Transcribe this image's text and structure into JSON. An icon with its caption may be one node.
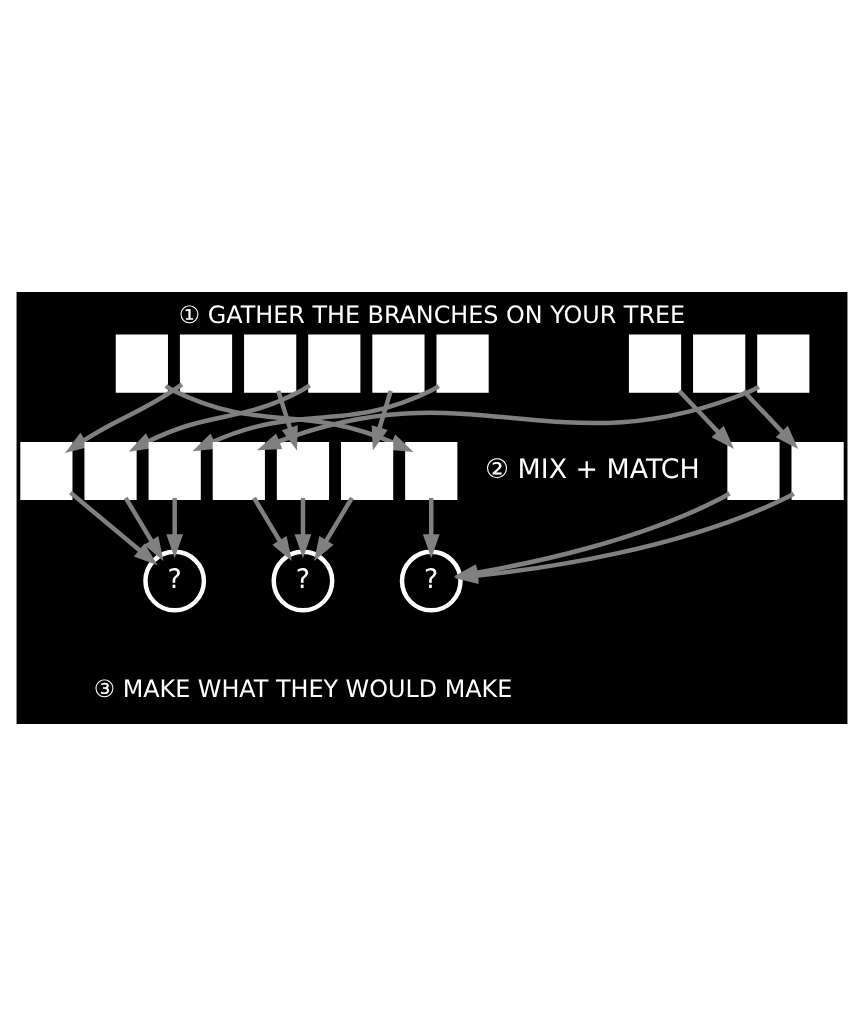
{
  "diagram": {
    "title": "① GATHER THE BRANCHES ON YOUR TREE",
    "caption": "③ MAKE WHAT THEY WOULD MAKE",
    "nodes": [
      {
        "text": [],
        "shape": "box"
      },
      {
        "text": [],
        "shape": "box"
      },
      {
        "text": [],
        "shape": "box"
      },
      {
        "text": [],
        "shape": "box"
      },
      {
        "text": [],
        "shape": "box"
      },
      {
        "text": [],
        "shape": "box"
      },
      {
        "text": [],
        "shape": "box"
      },
      {
        "text": [],
        "shape": "box"
      },
      {
        "text": [],
        "shape": "box"
      },
      {
        "text": [],
        "shape": "box"
      },
      {
        "text": [],
        "shape": "box"
      },
      {
        "text": [],
        "shape": "box"
      },
      {
        "text": [],
        "shape": "box"
      },
      {
        "text": [],
        "shape": "box"
      },
      {
        "text": [],
        "shape": "box"
      },
      {
        "text": [],
        "shape": "box"
      },
      {
        "text": [],
        "shape": "box"
      },
      {
        "text": [],
        "shape": "box"
      },
      {
        "text": [
          "?"
        ]
      },
      {
        "text": [
          "?"
        ]
      },
      {
        "text": [
          "?"
        ]
      }
    ],
    "edges": [
      {
        "from": 1,
        "to": 9,
        "arrow": "to"
      },
      {
        "from": 3,
        "to": 10,
        "arrow": "to"
      },
      {
        "from": 5,
        "to": 11,
        "arrow": "to"
      },
      {
        "from": 8,
        "to": 12,
        "arrow": "to"
      },
      {
        "from": 2,
        "to": 13,
        "arrow": "to"
      },
      {
        "from": 4,
        "to": 14,
        "arrow": "to"
      },
      {
        "from": 0,
        "to": 15,
        "arrow": "to"
      },
      {
        "from": 6,
        "to": 16,
        "arrow": "to"
      },
      {
        "from": 7,
        "to": 17,
        "arrow": "to"
      },
      {
        "from": 9,
        "to": 18,
        "arrow": "to"
      },
      {
        "from": 10,
        "to": 18,
        "arrow": "to"
      },
      {
        "from": 11,
        "to": 18,
        "arrow": "to"
      },
      {
        "from": 12,
        "to": 19,
        "arrow": "to"
      },
      {
        "from": 13,
        "to": 19,
        "arrow": "to"
      },
      {
        "from": 14,
        "to": 19,
        "arrow": "to"
      },
      {
        "from": 15,
        "to": 20,
        "arrow": "to"
      },
      {
        "from": 16,
        "to": 20,
        "arrow": "to"
      },
      {
        "from": 17,
        "to": 20,
        "arrow": "to"
      }
    ],
    "labels": [
      "② MIX + MATCH"
    ]
  }
}
